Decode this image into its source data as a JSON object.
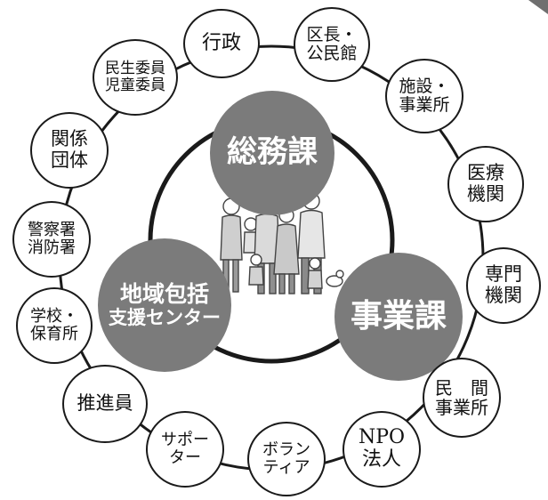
{
  "diagram": {
    "core": {
      "top": {
        "lines": [
          "総務課"
        ]
      },
      "left": {
        "lines": [
          "地域包括",
          "支援センター"
        ]
      },
      "right": {
        "lines": [
          "事業課"
        ]
      }
    },
    "outer_nodes": [
      {
        "id": "gyosei",
        "lines": [
          "行政"
        ]
      },
      {
        "id": "kucho",
        "lines": [
          "区長・",
          "公民館"
        ]
      },
      {
        "id": "shisetsu",
        "lines": [
          "施設・",
          "事業所"
        ]
      },
      {
        "id": "iryo",
        "lines": [
          "医療",
          "機関"
        ]
      },
      {
        "id": "senmon",
        "lines": [
          "専門",
          "機関"
        ]
      },
      {
        "id": "minkan",
        "lines": [
          "民　間",
          "事業所"
        ]
      },
      {
        "id": "npo",
        "lines": [
          "NPO",
          "法人"
        ]
      },
      {
        "id": "volunteer",
        "lines": [
          "ボラン",
          "ティア"
        ]
      },
      {
        "id": "supporter",
        "lines": [
          "サポー",
          "ター"
        ]
      },
      {
        "id": "suishinin",
        "lines": [
          "推進員"
        ]
      },
      {
        "id": "gakko",
        "lines": [
          "学校・",
          "保育所"
        ]
      },
      {
        "id": "keisatsu",
        "lines": [
          "警察署",
          "消防署"
        ]
      },
      {
        "id": "kankei",
        "lines": [
          "関係",
          "団体"
        ]
      },
      {
        "id": "minsei",
        "lines": [
          "民生委員",
          "児童委員"
        ]
      }
    ],
    "colors": {
      "core_fill": "#7b7b7b",
      "line": "#1a1a1a",
      "background": "#ffffff"
    }
  }
}
